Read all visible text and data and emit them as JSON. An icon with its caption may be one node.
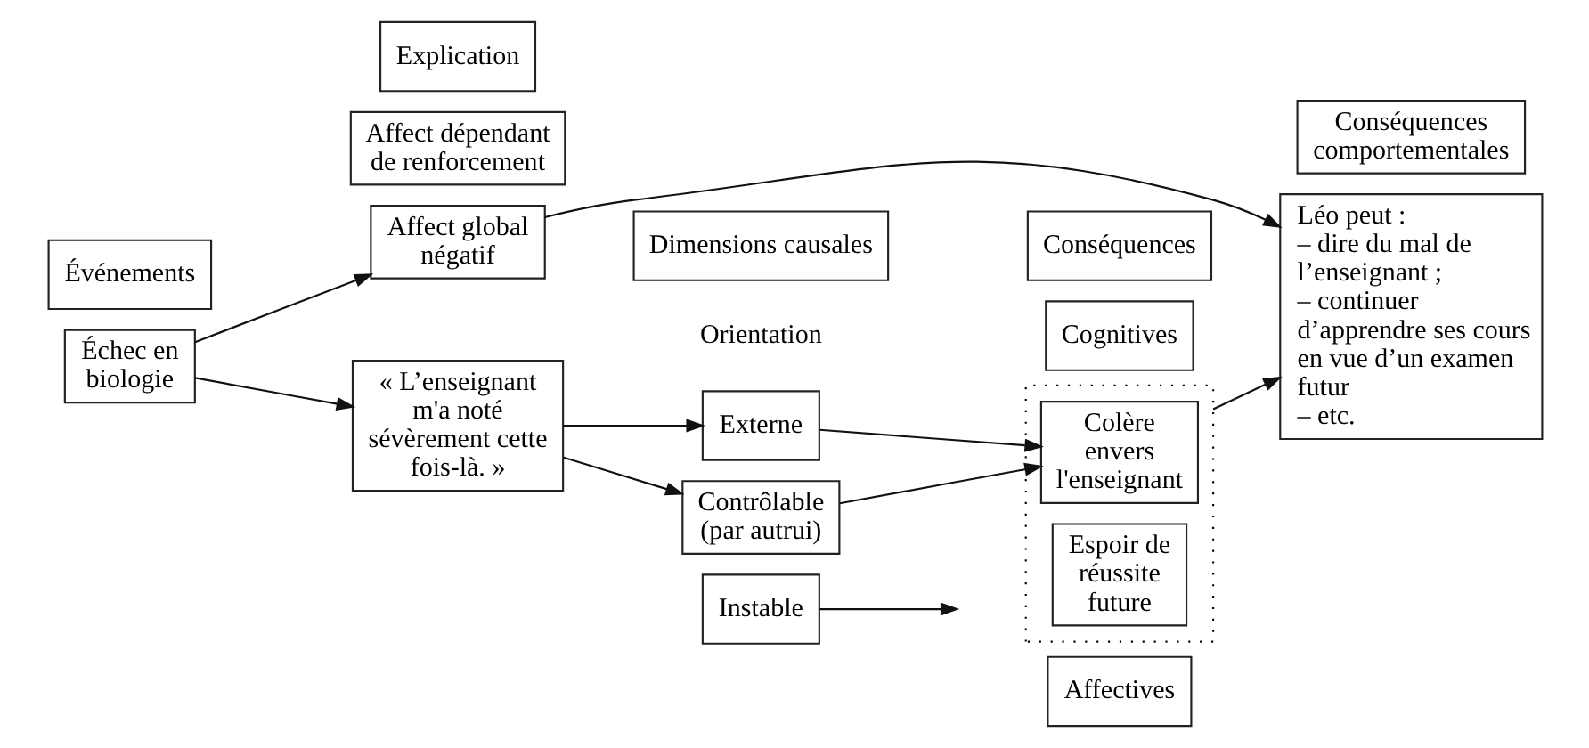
{
  "diagram": {
    "nodes": [
      {
        "text": [
          "Événements"
        ]
      },
      {
        "text": [
          "Affect dépendant de renforcement"
        ]
      },
      {
        "text": [
          "Explication"
        ]
      },
      {
        "text": [
          "Dimensions causales"
        ]
      },
      {
        "text": [
          "Conséquences"
        ]
      },
      {
        "text": [
          "Cognitives"
        ]
      },
      {
        "text": [
          "Affectives"
        ]
      },
      {
        "text": [
          "Conséquences comportementales"
        ]
      },
      {
        "text": [
          "Échec en biologie"
        ]
      },
      {
        "text": [
          "« L’enseignant m'a noté sévèrement cette fois-là. »"
        ]
      },
      {
        "text": [
          "Externe"
        ]
      },
      {
        "text": [
          "Contrôlable (par autrui)"
        ]
      },
      {
        "text": [
          "Instable"
        ]
      },
      {
        "text": [],
        "shape": "box"
      },
      {
        "text": [
          "Colère envers l'enseignant"
        ],
        "in": 13
      },
      {
        "text": [
          "Espoir de réussite future"
        ],
        "in": 13
      },
      {
        "text": [
          "Léo peut :",
          "– dire du mal de l’enseignant ;",
          "– continuer d’apprendre ses cours en vue d’un examen futur",
          "– etc."
        ]
      },
      {
        "text": [
          "Affect global négatif"
        ]
      }
    ],
    "edges": [
      {
        "from": 8,
        "to": 9,
        "arrow": "to"
      },
      {
        "from": 8,
        "to": 17,
        "arrow": "to"
      },
      {
        "from": 9,
        "to": 10,
        "arrow": "to"
      },
      {
        "from": 9,
        "to": 11,
        "arrow": "to"
      },
      {
        "from": 10,
        "to": 14,
        "arrow": "to"
      },
      {
        "from": 11,
        "to": 14,
        "arrow": "to"
      },
      {
        "from": 12,
        "to": null,
        "arrow": "to"
      },
      {
        "from": 13,
        "to": 16,
        "arrow": "to"
      },
      {
        "from": 17,
        "to": 16,
        "arrow": "to"
      }
    ],
    "labels": [
      "Orientation"
    ]
  }
}
